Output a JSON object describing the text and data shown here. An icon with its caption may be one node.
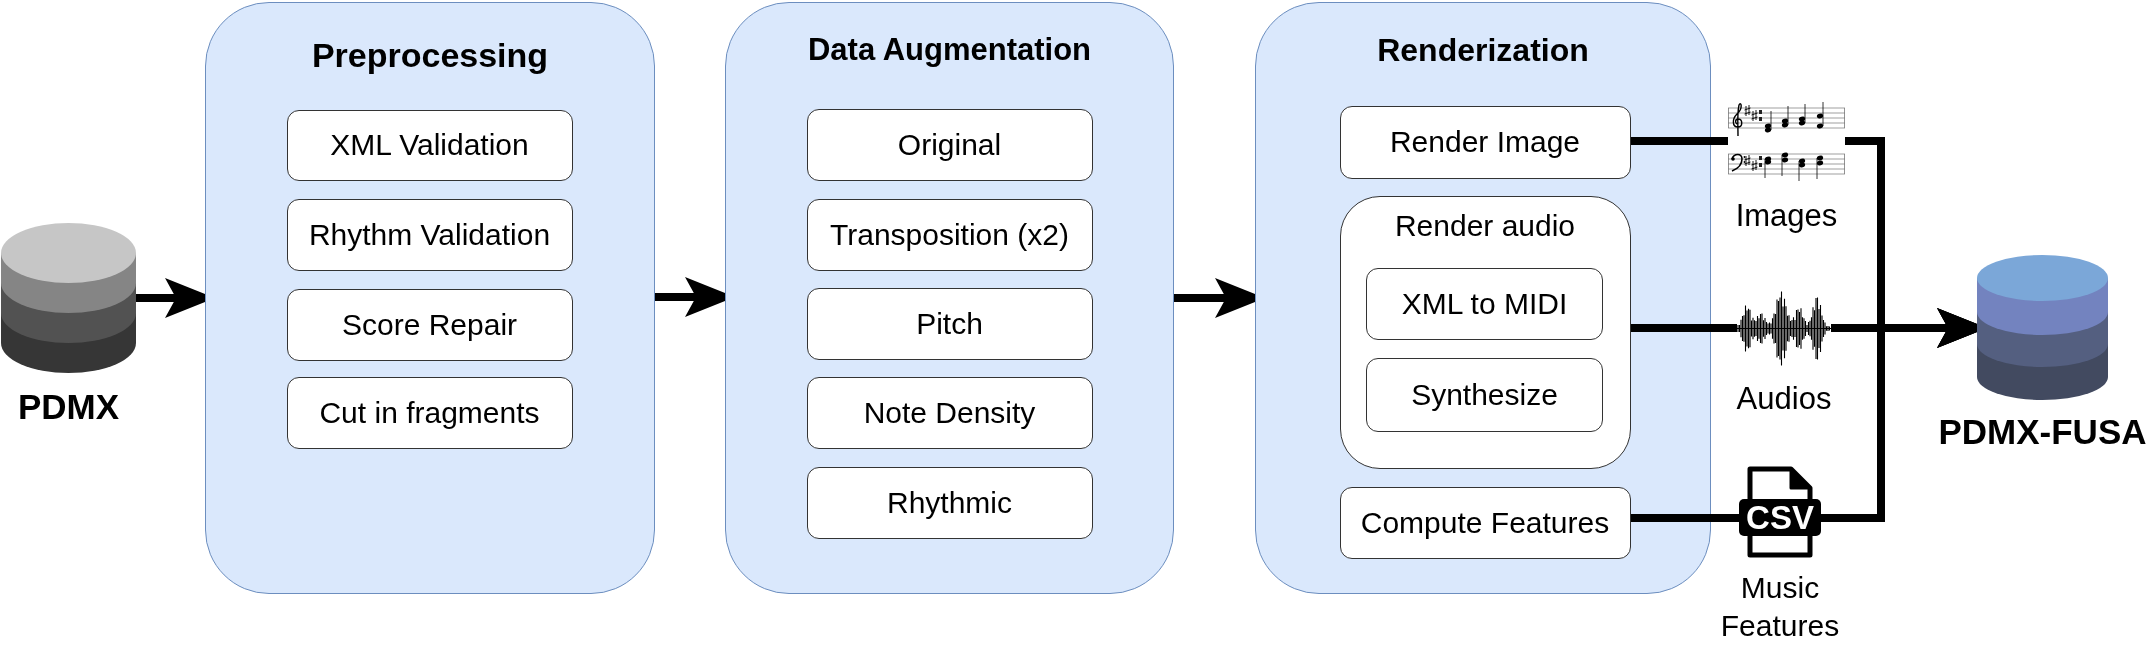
{
  "diagram": {
    "nodes": [
      {
        "text": [
          "PDMX"
        ]
      },
      {
        "text": [
          "Preprocessing"
        ]
      },
      {
        "text": [
          "XML Validation"
        ],
        "in": 1
      },
      {
        "text": [
          "Rhythm Validation"
        ],
        "in": 1
      },
      {
        "text": [
          "Score Repair"
        ],
        "in": 1
      },
      {
        "text": [
          "Cut in fragments"
        ],
        "in": 1
      },
      {
        "text": [
          "Data Augmentation"
        ]
      },
      {
        "text": [
          "Original"
        ],
        "in": 6
      },
      {
        "text": [
          "Transposition (x2)"
        ],
        "in": 6
      },
      {
        "text": [
          "Pitch"
        ],
        "in": 6
      },
      {
        "text": [
          "Note Density"
        ],
        "in": 6
      },
      {
        "text": [
          "Rhythmic"
        ],
        "in": 6
      },
      {
        "text": [
          "Renderization"
        ]
      },
      {
        "text": [
          "Render Image"
        ],
        "in": 12
      },
      {
        "text": [
          "Render audio"
        ],
        "in": 12
      },
      {
        "text": [
          "XML to MIDI"
        ],
        "in": 14
      },
      {
        "text": [
          "Synthesize"
        ],
        "in": 14
      },
      {
        "text": [
          "Compute Features"
        ],
        "in": 12
      },
      {
        "text": [
          "Images"
        ]
      },
      {
        "text": [
          "Audios"
        ]
      },
      {
        "text": [
          "CSV",
          "Music Features"
        ]
      },
      {
        "text": [
          "PDMX-FUSA"
        ]
      }
    ],
    "edges": [
      {
        "from": 0,
        "to": 1,
        "arrow": "to"
      },
      {
        "from": 1,
        "to": 6,
        "arrow": "to"
      },
      {
        "from": 6,
        "to": 12,
        "arrow": "to"
      },
      {
        "from": 13,
        "to": 18,
        "arrow": "none"
      },
      {
        "from": 14,
        "to": 19,
        "arrow": "none"
      },
      {
        "from": 17,
        "to": 20,
        "arrow": "none"
      },
      {
        "from": 18,
        "to": 21,
        "arrow": "to"
      },
      {
        "from": 19,
        "to": 21,
        "arrow": "to"
      },
      {
        "from": 20,
        "to": 21,
        "arrow": "to"
      }
    ]
  }
}
